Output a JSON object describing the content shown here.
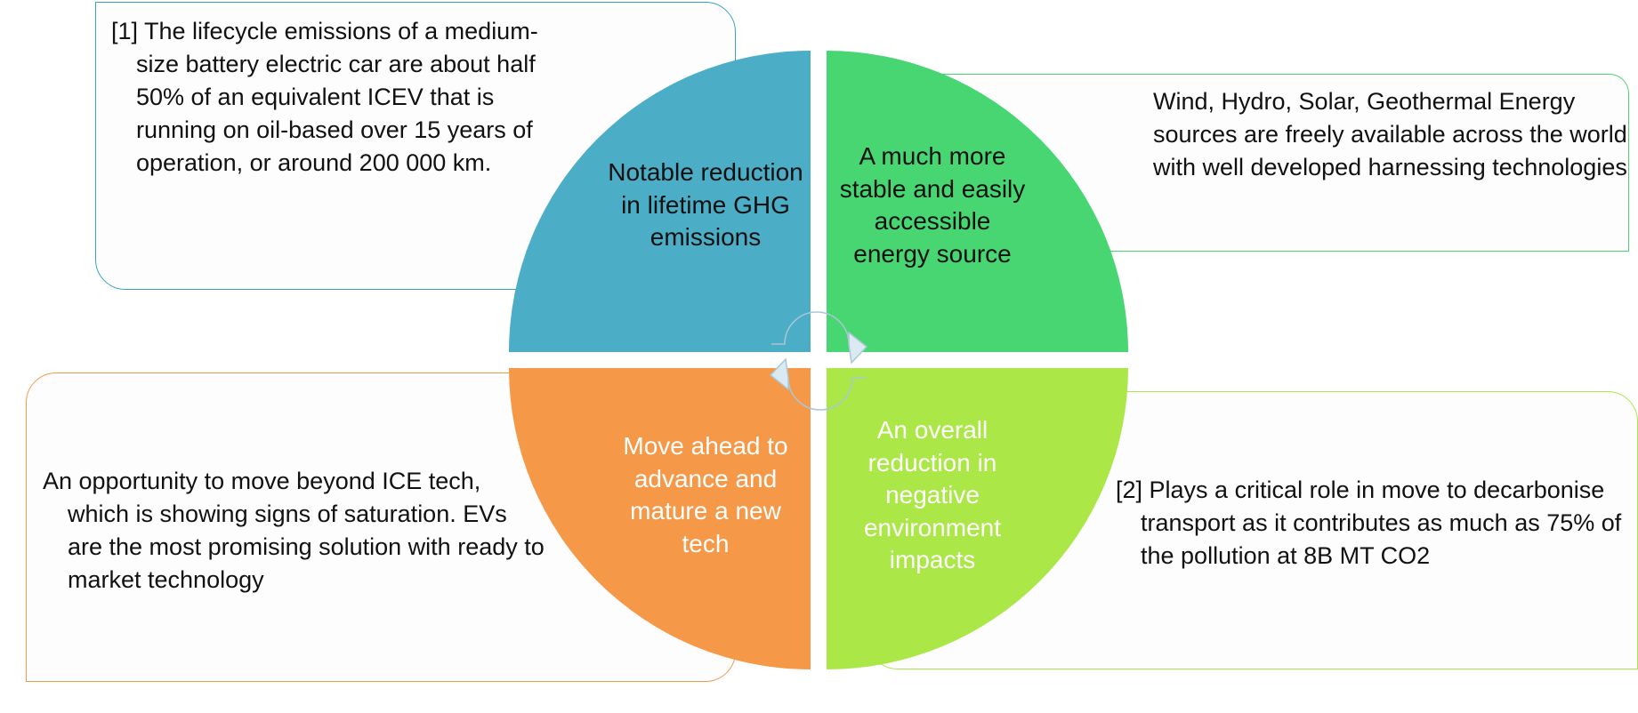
{
  "colors": {
    "teal": "#4badc6",
    "green": "#47d672",
    "orange": "#f59848",
    "lime": "#abe747",
    "arrow_fill": "#dbeaf1",
    "arrow_stroke": "#a9c7d6"
  },
  "quadrants": {
    "top_left": "Notable reduction in lifetime GHG emissions",
    "top_right": "A much more stable and easily accessible energy source",
    "bottom_left": "Move ahead to advance and mature a new tech",
    "bottom_right": "An overall reduction in negative environment impacts"
  },
  "notes": {
    "top_left": "[1] The lifecycle emissions of a medium-size battery electric car are about half 50% of an equivalent ICEV that is running on oil-based over 15 years of operation, or around 200 000 km.",
    "top_right": "Wind, Hydro, Solar, Geothermal Energy sources are freely available across the world with well developed harnessing technologies",
    "bottom_left": "An opportunity to move beyond ICE tech, which is showing signs of saturation. EVs are the most promising solution with ready to market technology",
    "bottom_right": "[2] Plays a critical role in move to decarbonise transport as it contributes as much as 75%  of the pollution at 8B MT CO2"
  }
}
